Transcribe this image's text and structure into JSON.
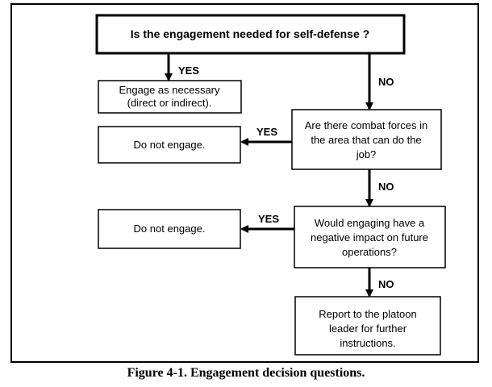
{
  "nodes": {
    "q_self_defense": [
      "Is the engagement needed for self-defense ?"
    ],
    "engage": [
      "Engage as necessary",
      "(direct or indirect)."
    ],
    "q_combat_forces": [
      "Are there combat forces in",
      "the area that can do the",
      "job?"
    ],
    "no_engage_1": [
      "Do not engage."
    ],
    "q_negative_impact": [
      "Would engaging have a",
      "negative impact on future",
      "operations?"
    ],
    "no_engage_2": [
      "Do not engage."
    ],
    "report": [
      "Report to the platoon",
      "leader for further",
      "instructions."
    ]
  },
  "edge_labels": {
    "self_defense_yes": "YES",
    "self_defense_no": "NO",
    "combat_forces_yes": "YES",
    "combat_forces_no": "NO",
    "negative_impact_yes": "YES",
    "negative_impact_no": "NO"
  },
  "caption": "Figure 4-1. Engagement decision questions."
}
